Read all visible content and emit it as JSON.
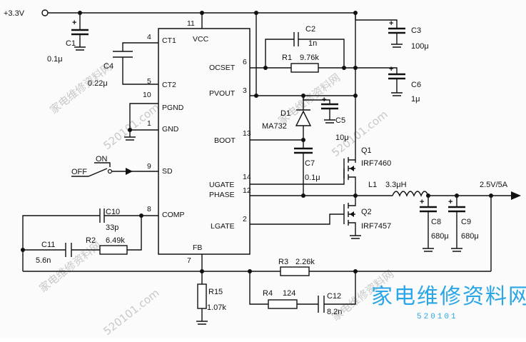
{
  "supply": {
    "input": "+3.3V",
    "output": "2.5V/5A"
  },
  "ic": {
    "pin_labels": {
      "ct1": "CT1",
      "ct2": "CT2",
      "pgnd": "PGND",
      "gnd": "GND",
      "sd": "SD",
      "comp": "COMP",
      "vcc": "VCC",
      "ocset": "OCSET",
      "pvout": "PVOUT",
      "boot": "BOOT",
      "ugate": "UGATE",
      "phase": "PHASE",
      "lgate": "LGATE",
      "fb": "FB"
    },
    "pin_numbers": {
      "ct1": "4",
      "ct2": "5",
      "pgnd": "10",
      "gnd": "1",
      "sd": "9",
      "comp": "8",
      "vcc": "11",
      "ocset": "6",
      "pvout": "3",
      "boot": "13",
      "ugate": "14",
      "phase": "12",
      "lgate": "2",
      "fb": "7"
    }
  },
  "switch": {
    "on": "ON",
    "off": "OFF"
  },
  "components": {
    "c1": {
      "ref": "C1",
      "value": "0.1μ"
    },
    "c2": {
      "ref": "C2",
      "value": "1n"
    },
    "c3": {
      "ref": "C3",
      "value": "100μ"
    },
    "c4": {
      "ref": "C4",
      "value": "0.22μ"
    },
    "c5": {
      "ref": "C5",
      "value": "10μ"
    },
    "c6": {
      "ref": "C6",
      "value": "1μ"
    },
    "c7": {
      "ref": "C7",
      "value": "0.1μ"
    },
    "c8": {
      "ref": "C8",
      "value": "680μ"
    },
    "c9": {
      "ref": "C9",
      "value": "680μ"
    },
    "c10": {
      "ref": "C10",
      "value": "33p"
    },
    "c11": {
      "ref": "C11",
      "value": "5.6n"
    },
    "c12": {
      "ref": "C12",
      "value": "8.2n"
    },
    "r1": {
      "ref": "R1",
      "value": "9.76k"
    },
    "r2": {
      "ref": "R2",
      "value": "6.49k"
    },
    "r3": {
      "ref": "R3",
      "value": "2.26k"
    },
    "r4": {
      "ref": "R4",
      "value": "124"
    },
    "r15": {
      "ref": "R15",
      "value": "1.07k"
    },
    "d1": {
      "ref": "D1",
      "value": "MA732"
    },
    "q1": {
      "ref": "Q1",
      "value": "IRF7460"
    },
    "q2": {
      "ref": "Q2",
      "value": "IRF7457"
    },
    "l1": {
      "ref": "L1",
      "value": "3.3μH"
    }
  },
  "watermark": {
    "brand": "家电维修资料网",
    "site": "520101.com",
    "site_short": "520101"
  }
}
